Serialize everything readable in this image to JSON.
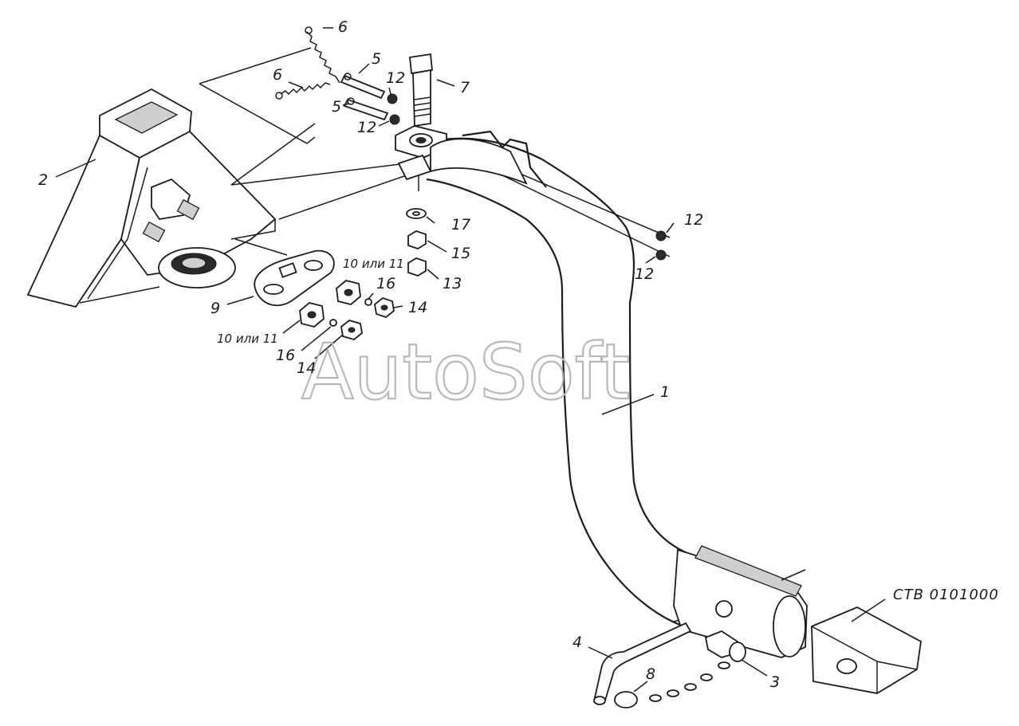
{
  "watermark": "AutoSoft",
  "drawing_code": "СТВ 0101000",
  "callouts": {
    "c1": "1",
    "c2": "2",
    "c3": "3",
    "c4": "4",
    "c5a": "5",
    "c5b": "5",
    "c6a": "6",
    "c6b": "6",
    "c7": "7",
    "c8": "8",
    "c9": "9",
    "c10a": "10 или 11",
    "c10b": "10 или 11",
    "c12a": "12",
    "c12b": "12",
    "c12c": "12",
    "c12d": "12",
    "c13": "13",
    "c14a": "14",
    "c14b": "14",
    "c15": "15",
    "c16a": "16",
    "c16b": "16",
    "c17": "17"
  }
}
